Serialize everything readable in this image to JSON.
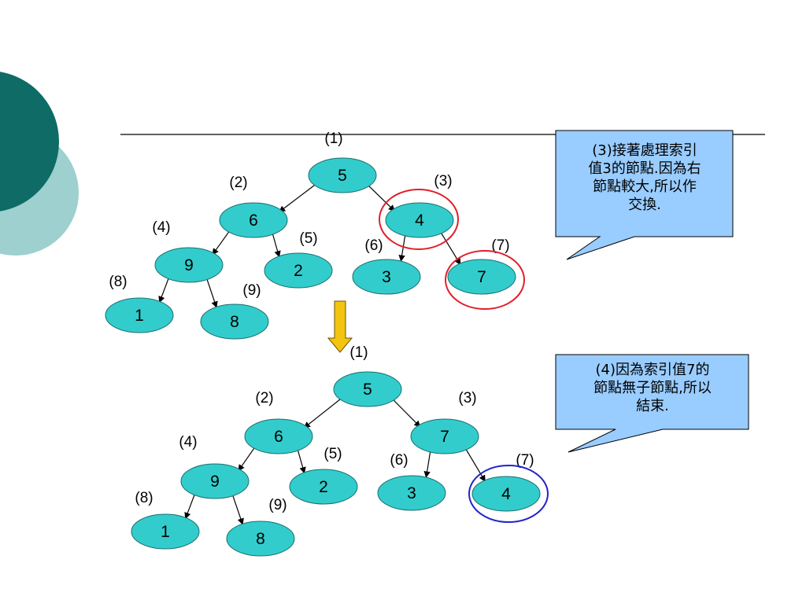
{
  "colors": {
    "node_fill": "#33CCCC",
    "node_stroke": "#1a6f6f",
    "dark_teal": "#0e6b66",
    "light_teal": "#9dd0cf",
    "callout_fill": "#99CCFF",
    "highlight_red": "#e0202a",
    "highlight_blue": "#2222cc",
    "arrow_fill": "#f4c510",
    "arrow_stroke": "#6b5200"
  },
  "trees": [
    {
      "nodes": [
        {
          "index": "(1)",
          "value": "5"
        },
        {
          "index": "(2)",
          "value": "6"
        },
        {
          "index": "(3)",
          "value": "4"
        },
        {
          "index": "(4)",
          "value": "9"
        },
        {
          "index": "(5)",
          "value": "2"
        },
        {
          "index": "(6)",
          "value": "3"
        },
        {
          "index": "(7)",
          "value": "7"
        },
        {
          "index": "(8)",
          "value": "1"
        },
        {
          "index": "(9)",
          "value": "8"
        }
      ],
      "highlight_color": "red"
    },
    {
      "nodes": [
        {
          "index": "(1)",
          "value": "5"
        },
        {
          "index": "(2)",
          "value": "6"
        },
        {
          "index": "(3)",
          "value": "7"
        },
        {
          "index": "(4)",
          "value": "9"
        },
        {
          "index": "(5)",
          "value": "2"
        },
        {
          "index": "(6)",
          "value": "3"
        },
        {
          "index": "(7)",
          "value": "4"
        },
        {
          "index": "(8)",
          "value": "1"
        },
        {
          "index": "(9)",
          "value": "8"
        }
      ],
      "highlight_color": "blue"
    }
  ],
  "callouts": [
    {
      "lines": [
        "(3)接著處理索引",
        "值3的節點.因為右",
        "節點較大,所以作",
        "交換."
      ]
    },
    {
      "lines": [
        "(4)因為索引值7的",
        "節點無子節點,所以",
        "結束."
      ]
    }
  ]
}
